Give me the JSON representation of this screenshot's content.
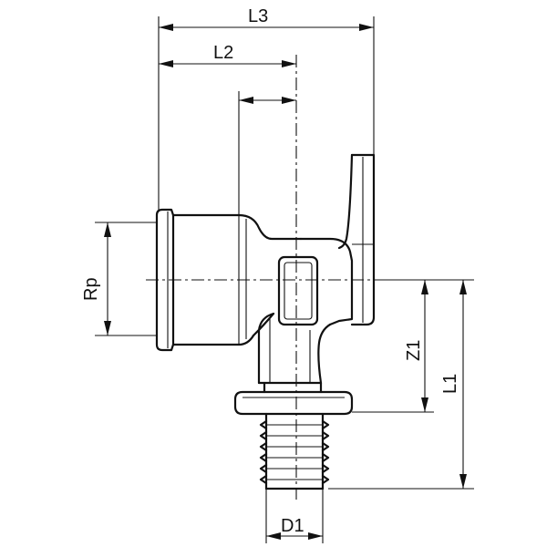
{
  "dimensions": {
    "l3": "L3",
    "l2": "L2",
    "rp": "Rp",
    "z1": "Z1",
    "l1": "L1",
    "d1": "D1"
  },
  "colors": {
    "stroke": "#111111",
    "background": "#ffffff"
  }
}
